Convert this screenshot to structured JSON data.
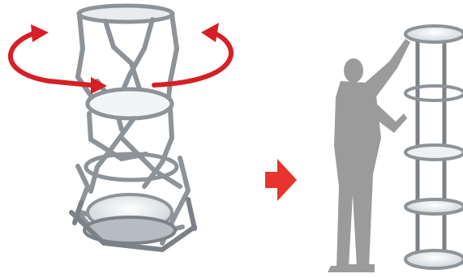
{
  "figure": {
    "panels": [
      {
        "id": "collapsed-tower",
        "state": "folded"
      },
      {
        "id": "assembled-tower",
        "state": "expanded"
      }
    ],
    "rotation_arrow_color": "#d61f26",
    "direction_arrow_color": "#e8342c",
    "frame_color": "#9a9ea3",
    "frame_dark_color": "#6f7479",
    "shelf_color": "#dfe3e6",
    "silhouette_color": "#9b9b9b",
    "icons": [
      "rotate-arrow-icon",
      "next-step-arrow-icon",
      "person-silhouette-icon"
    ]
  }
}
